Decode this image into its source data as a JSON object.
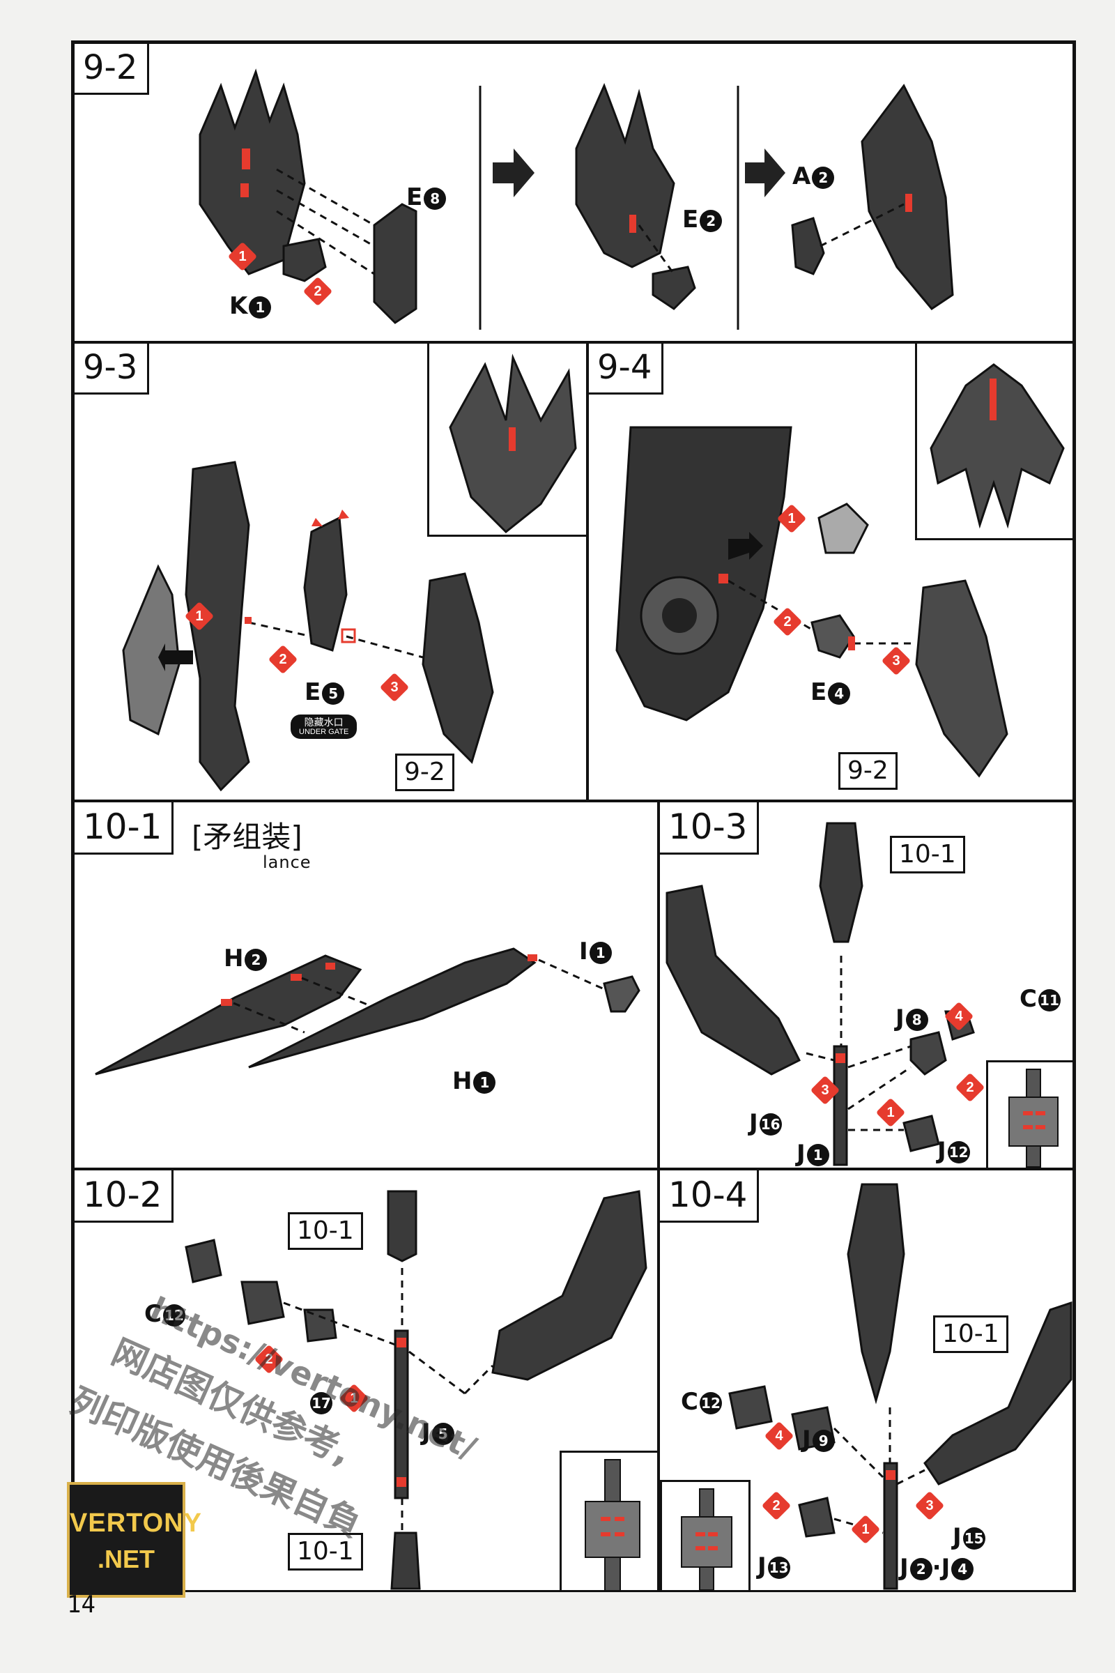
{
  "steps": {
    "s92": "9-2",
    "s93": "9-3",
    "s94": "9-4",
    "s101": "10-1",
    "s102": "10-2",
    "s103": "10-3",
    "s104": "10-4"
  },
  "references": {
    "ref92": "9-2",
    "ref101": "10-1"
  },
  "parts": {
    "e8": "E",
    "e8n": "8",
    "k1": "K",
    "k1n": "1",
    "e2": "E",
    "e2n": "2",
    "a2": "A",
    "a2n": "2",
    "e5": "E",
    "e5n": "5",
    "e4": "E",
    "e4n": "4",
    "h2": "H",
    "h2n": "2",
    "h1": "H",
    "h1n": "1",
    "i1": "I",
    "i1n": "1",
    "j8": "J",
    "j8n": "8",
    "c11": "C",
    "c11n": "11",
    "j16": "J",
    "j16n": "16",
    "j1": "J",
    "j1n": "1",
    "j12": "J",
    "j12n": "12",
    "c12a": "C",
    "c12an": "12",
    "j5": "J",
    "j5n": "5",
    "j17n": "17",
    "c12b": "C",
    "c12bn": "12",
    "j9": "J",
    "j9n": "9",
    "j15": "J",
    "j15n": "15",
    "j13": "J",
    "j13n": "13",
    "j2": "J",
    "j2n": "2",
    "j4sep": "·",
    "j4": "J",
    "j4n": "4"
  },
  "markers": [
    "1",
    "2",
    "3",
    "4"
  ],
  "gate": {
    "cn": "隐藏水口",
    "en": "UNDER GATE"
  },
  "lance_title": {
    "cn": "[矛组装]",
    "en": "lance"
  },
  "watermark": {
    "url": "https://vertony.net/",
    "line1": "网店图仅供参考,",
    "line2": "列印版使用後果自負"
  },
  "logo": {
    "line1": "VERTONY",
    "line2": ".NET"
  },
  "page_number": "14"
}
